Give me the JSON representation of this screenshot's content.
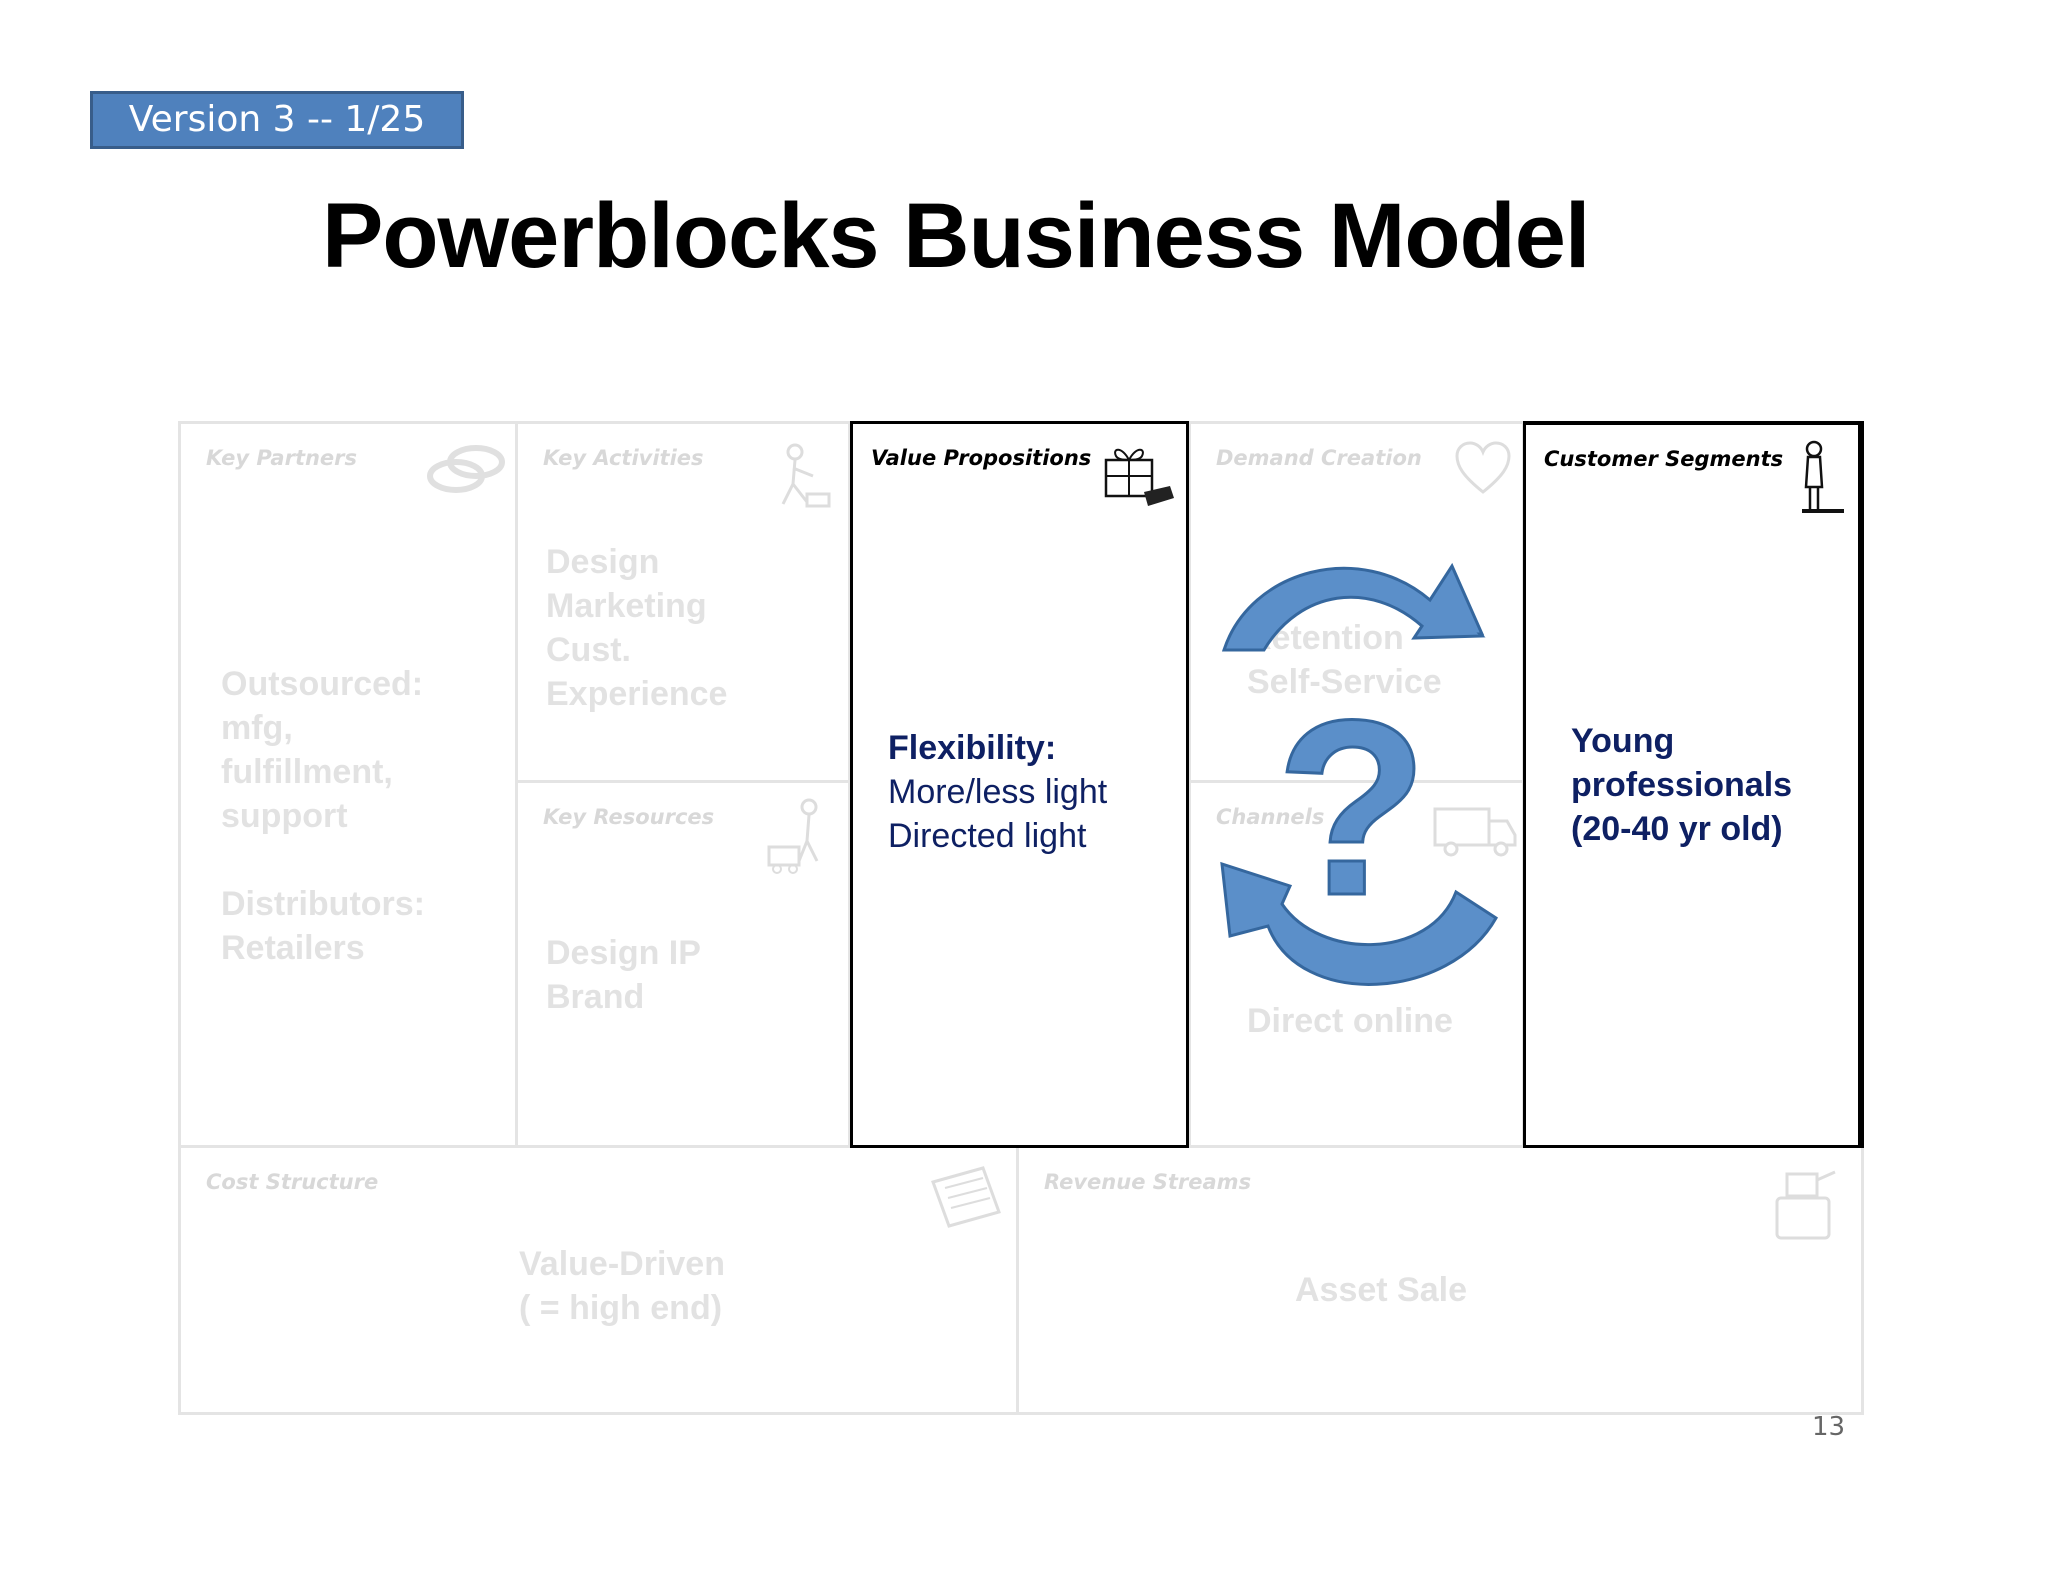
{
  "version_badge": "Version 3 -- 1/25",
  "title": "Powerblocks Business Model",
  "page_number": "13",
  "canvas": {
    "key_partners": {
      "label": "Key Partners",
      "line1": "Outsourced:\nmfg,\nfulfillment,\nsupport",
      "line2": "Distributors:\nRetailers"
    },
    "key_activities": {
      "label": "Key Activities",
      "text": "Design\nMarketing\nCust.\nExperience"
    },
    "key_resources": {
      "label": "Key Resources",
      "text": "Design IP\nBrand"
    },
    "value_propositions": {
      "label": "Value Propositions",
      "heading": "Flexibility:",
      "text": "More/less light\nDirected light"
    },
    "demand_creation": {
      "label": "Demand Creation",
      "text": "Retention\nSelf-Service"
    },
    "channels": {
      "label": "Channels",
      "text": "Direct online"
    },
    "customer_segments": {
      "label": "Customer Segments",
      "text": "Young\nprofessionals\n(20-40 yr old)"
    },
    "cost_structure": {
      "label": "Cost Structure",
      "text": "Value-Driven\n( = high end)"
    },
    "revenue_streams": {
      "label": "Revenue Streams",
      "text": "Asset Sale"
    }
  },
  "overlay": {
    "symbol": "?",
    "arrow_color": "#5b8fc9"
  },
  "icons": [
    "chain-links-icon",
    "worker-icon",
    "gift-icon",
    "heart-icon",
    "person-icon",
    "forklift-icon",
    "truck-icon",
    "receipt-icon",
    "cash-register-icon"
  ]
}
